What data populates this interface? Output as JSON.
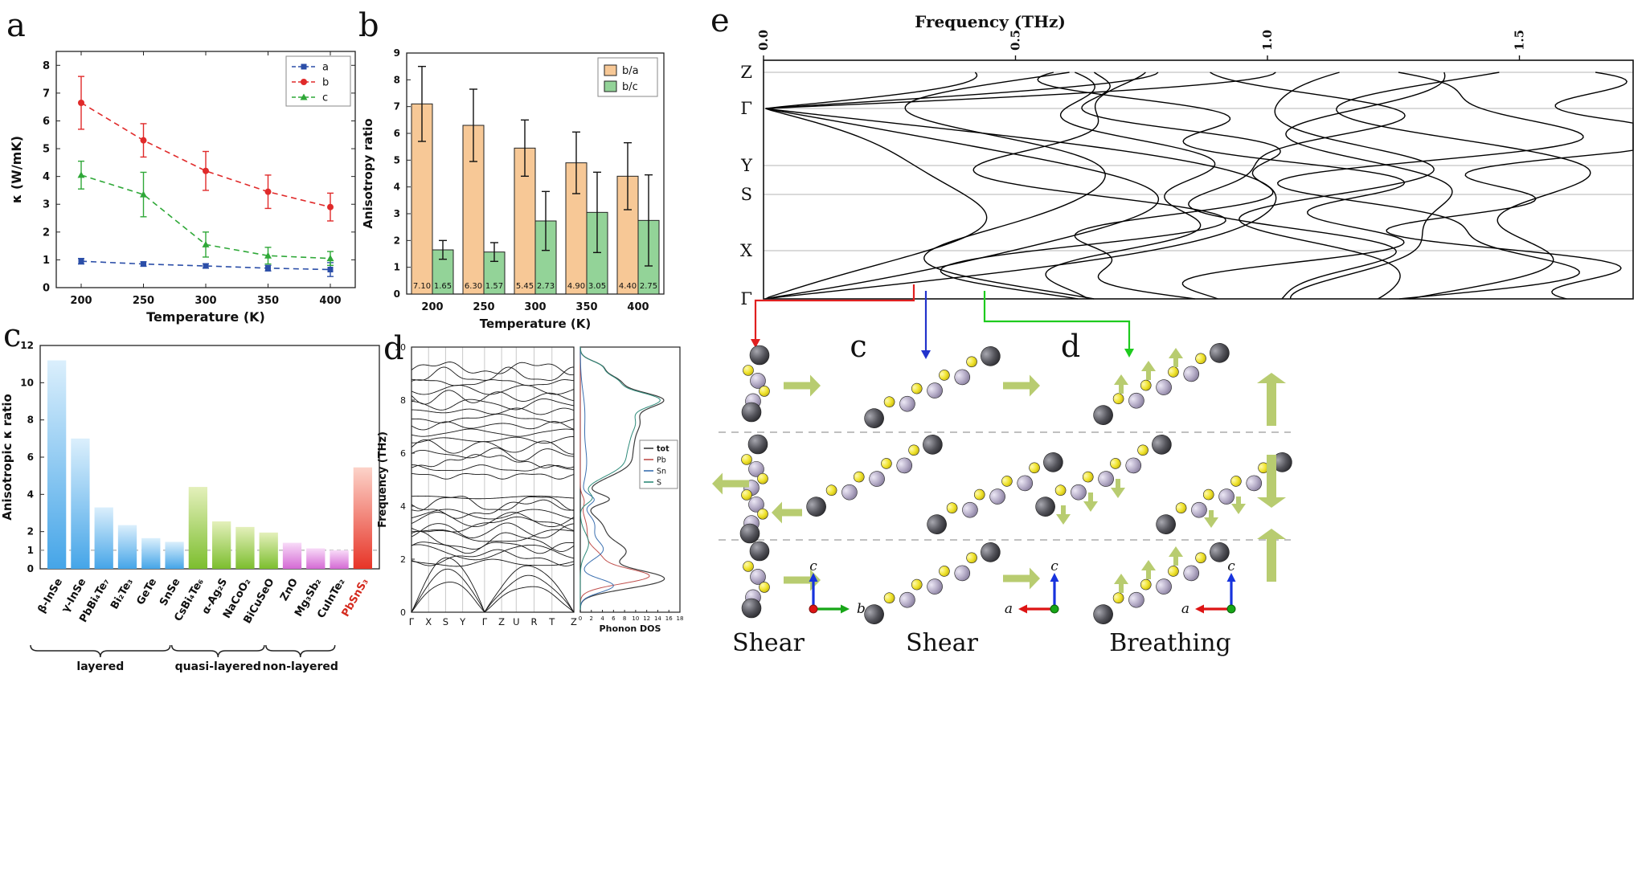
{
  "labels": {
    "a": "a",
    "b": "b",
    "c": "c",
    "d": "d",
    "e": "e"
  },
  "chart_data": [
    {
      "id": "panel_a",
      "type": "line",
      "xlabel": "Temperature (K)",
      "ylabel": "κ (W/mK)",
      "x": [
        200,
        250,
        300,
        350,
        400
      ],
      "xlim": [
        180,
        420
      ],
      "ylim": [
        0,
        8.5
      ],
      "yticks": [
        0,
        1,
        2,
        3,
        4,
        5,
        6,
        7,
        8
      ],
      "grid": false,
      "legend_position": "top-right",
      "series": [
        {
          "name": "a",
          "color": "#2b4ea8",
          "marker": "square",
          "linestyle": "dashed",
          "values": [
            0.95,
            0.85,
            0.78,
            0.7,
            0.65
          ],
          "errors": [
            0.1,
            0.08,
            0.08,
            0.1,
            0.25
          ]
        },
        {
          "name": "b",
          "color": "#e02a2a",
          "marker": "circle",
          "linestyle": "dashed",
          "values": [
            6.65,
            5.3,
            4.2,
            3.45,
            2.9
          ],
          "errors": [
            0.95,
            0.6,
            0.7,
            0.6,
            0.5
          ]
        },
        {
          "name": "c",
          "color": "#2fa838",
          "marker": "triangle",
          "linestyle": "dashed",
          "values": [
            4.05,
            3.35,
            1.55,
            1.15,
            1.05
          ],
          "errors": [
            0.5,
            0.8,
            0.45,
            0.3,
            0.25
          ]
        }
      ]
    },
    {
      "id": "panel_b",
      "type": "bar",
      "xlabel": "Temperature (K)",
      "ylabel": "Anisotropy ratio",
      "categories": [
        "200",
        "250",
        "300",
        "350",
        "400"
      ],
      "ylim": [
        0,
        9
      ],
      "yticks": [
        0,
        1,
        2,
        3,
        4,
        5,
        6,
        7,
        8,
        9
      ],
      "legend_position": "top-right",
      "series": [
        {
          "name": "b/a",
          "color": "#f7c896",
          "values": [
            7.1,
            6.3,
            5.45,
            4.9,
            4.4
          ],
          "errors": [
            1.4,
            1.35,
            1.05,
            1.15,
            1.25
          ],
          "labels": [
            "7.10",
            "6.30",
            "5.45",
            "4.90",
            "4.40"
          ]
        },
        {
          "name": "b/c",
          "color": "#93d398",
          "values": [
            1.65,
            1.57,
            2.73,
            3.05,
            2.75
          ],
          "errors": [
            0.35,
            0.35,
            1.1,
            1.5,
            1.7
          ],
          "labels": [
            "1.65",
            "1.57",
            "2.73",
            "3.05",
            "2.75"
          ]
        }
      ]
    },
    {
      "id": "panel_c",
      "type": "bar",
      "ylabel": "Anisotropic κ ratio",
      "ylim": [
        0,
        12
      ],
      "yticks": [
        0,
        1,
        2,
        4,
        6,
        8,
        10,
        12
      ],
      "reference_line": 1,
      "bars": [
        {
          "label": "β-InSe",
          "value": 11.2,
          "group": "layered",
          "palette": "blue"
        },
        {
          "label": "γ-InSe",
          "value": 7.0,
          "group": "layered",
          "palette": "blue"
        },
        {
          "label": "PbBi₄Te₇",
          "value": 3.3,
          "group": "layered",
          "palette": "blue"
        },
        {
          "label": "Bi₂Te₃",
          "value": 2.35,
          "group": "layered",
          "palette": "blue"
        },
        {
          "label": "GeTe",
          "value": 1.65,
          "group": "layered",
          "palette": "blue"
        },
        {
          "label": "SnSe",
          "value": 1.45,
          "group": "layered",
          "palette": "blue"
        },
        {
          "label": "CsBi₄Te₆",
          "value": 4.4,
          "group": "quasi-layered",
          "palette": "green"
        },
        {
          "label": "α-Ag₂S",
          "value": 2.55,
          "group": "quasi-layered",
          "palette": "green"
        },
        {
          "label": "NaCoO₂",
          "value": 2.25,
          "group": "quasi-layered",
          "palette": "green"
        },
        {
          "label": "BiCuSeO",
          "value": 1.95,
          "group": "quasi-layered",
          "palette": "green"
        },
        {
          "label": "ZnO",
          "value": 1.4,
          "group": "non-layered",
          "palette": "magenta"
        },
        {
          "label": "Mg₃Sb₂",
          "value": 1.1,
          "group": "non-layered",
          "palette": "magenta"
        },
        {
          "label": "CuInTe₂",
          "value": 1.0,
          "group": "non-layered",
          "palette": "magenta"
        },
        {
          "label": "PbSnS₃",
          "value": 5.45,
          "group": "",
          "palette": "red",
          "label_color": "#d42a1e"
        }
      ],
      "group_labels": [
        "layered",
        "quasi-layered",
        "non-layered"
      ]
    },
    {
      "id": "panel_d",
      "type": "line",
      "ylabel": "Frequency (THz)",
      "ylim": [
        0,
        10
      ],
      "yticks": [
        0,
        2,
        4,
        6,
        8,
        10
      ],
      "kpath": [
        "Γ",
        "X",
        "S",
        "Y",
        "Γ",
        "Z",
        "U",
        "R",
        "T",
        "Z"
      ],
      "dos": {
        "xlabel": "Phonon DOS",
        "xticks": [
          0,
          2,
          4,
          6,
          8,
          10,
          12,
          14,
          16,
          18
        ],
        "legend": [
          {
            "name": "tot",
            "color": "#3c3c3c"
          },
          {
            "name": "Pb",
            "color": "#c0504d"
          },
          {
            "name": "Sn",
            "color": "#3a6fb0"
          },
          {
            "name": "S",
            "color": "#2e8b7a"
          }
        ]
      }
    },
    {
      "id": "panel_e",
      "type": "line",
      "orientation": "rotated-band-structure",
      "xlabel": "Frequency (THz)",
      "xticks": [
        "0.0",
        "0.5",
        "1.0",
        "1.5"
      ],
      "kpath": [
        "Z",
        "Γ",
        "Y",
        "S",
        "X",
        "Γ"
      ]
    }
  ],
  "panel_e_annotations": {
    "sub_label_c": "c",
    "sub_label_d": "d",
    "connector_colors": {
      "red": "#e01f1f",
      "blue": "#2233cc",
      "green": "#1ecb1e"
    }
  },
  "structures": [
    {
      "caption": "Shear",
      "axes": {
        "up": "c",
        "right": "b"
      },
      "arrow_directions": [
        "right",
        "left",
        "right"
      ]
    },
    {
      "caption": "Shear",
      "panel_label": "c",
      "axes": {
        "up": "c",
        "left": "a"
      },
      "arrow_directions": [
        "right",
        "left",
        "right"
      ]
    },
    {
      "caption": "Breathing",
      "panel_label": "d",
      "axes": {
        "up": "c",
        "left": "a"
      },
      "arrow_directions": [
        "up",
        "down",
        "up"
      ]
    }
  ],
  "style_colors": {
    "atom_pb": "#4a4a50",
    "atom_sn": "#b4abc6",
    "atom_s": "#f0e32b",
    "displacement_arrow": "#b8cc70",
    "axis_a": "#dd1414",
    "axis_b": "#17a617",
    "axis_c": "#1733dd"
  }
}
